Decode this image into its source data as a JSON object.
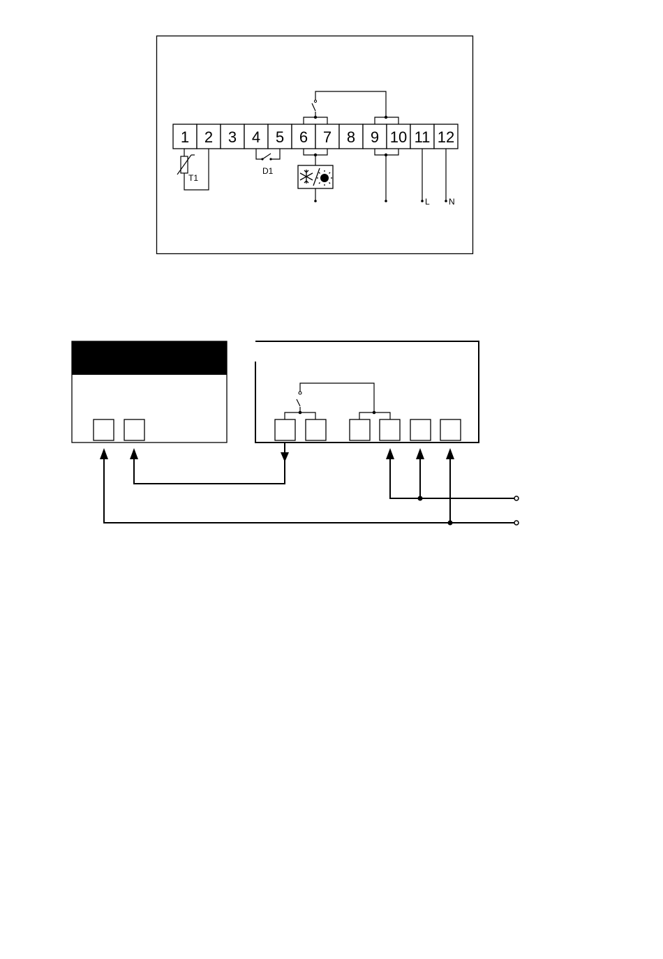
{
  "terminal_diagram": {
    "terminals": [
      "1",
      "2",
      "3",
      "4",
      "5",
      "6",
      "7",
      "8",
      "9",
      "10",
      "11",
      "12"
    ],
    "labels": {
      "sensor": "T1",
      "digital_input": "D1",
      "line": "L",
      "neutral": "N"
    },
    "icons": [
      "snowflake-icon",
      "sun-icon"
    ]
  },
  "colors": {
    "line": "#000000",
    "background": "#ffffff",
    "header_fill": "#000000"
  }
}
